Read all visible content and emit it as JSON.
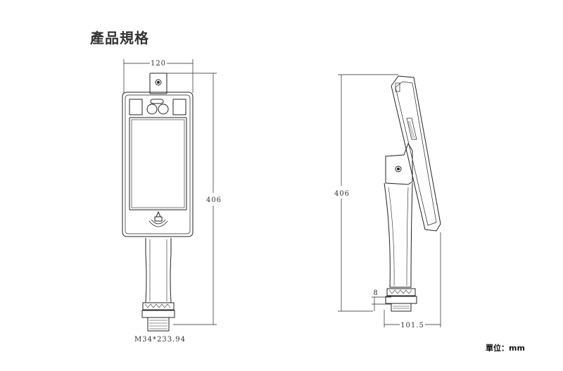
{
  "title": "產品規格",
  "unit_label": "單位：mm",
  "front_view": {
    "width_label": "120",
    "height_label": "406",
    "thread_label": "M34*233.94"
  },
  "side_view": {
    "height_label": "406",
    "gap_label": "8",
    "depth_label": "101.5"
  }
}
